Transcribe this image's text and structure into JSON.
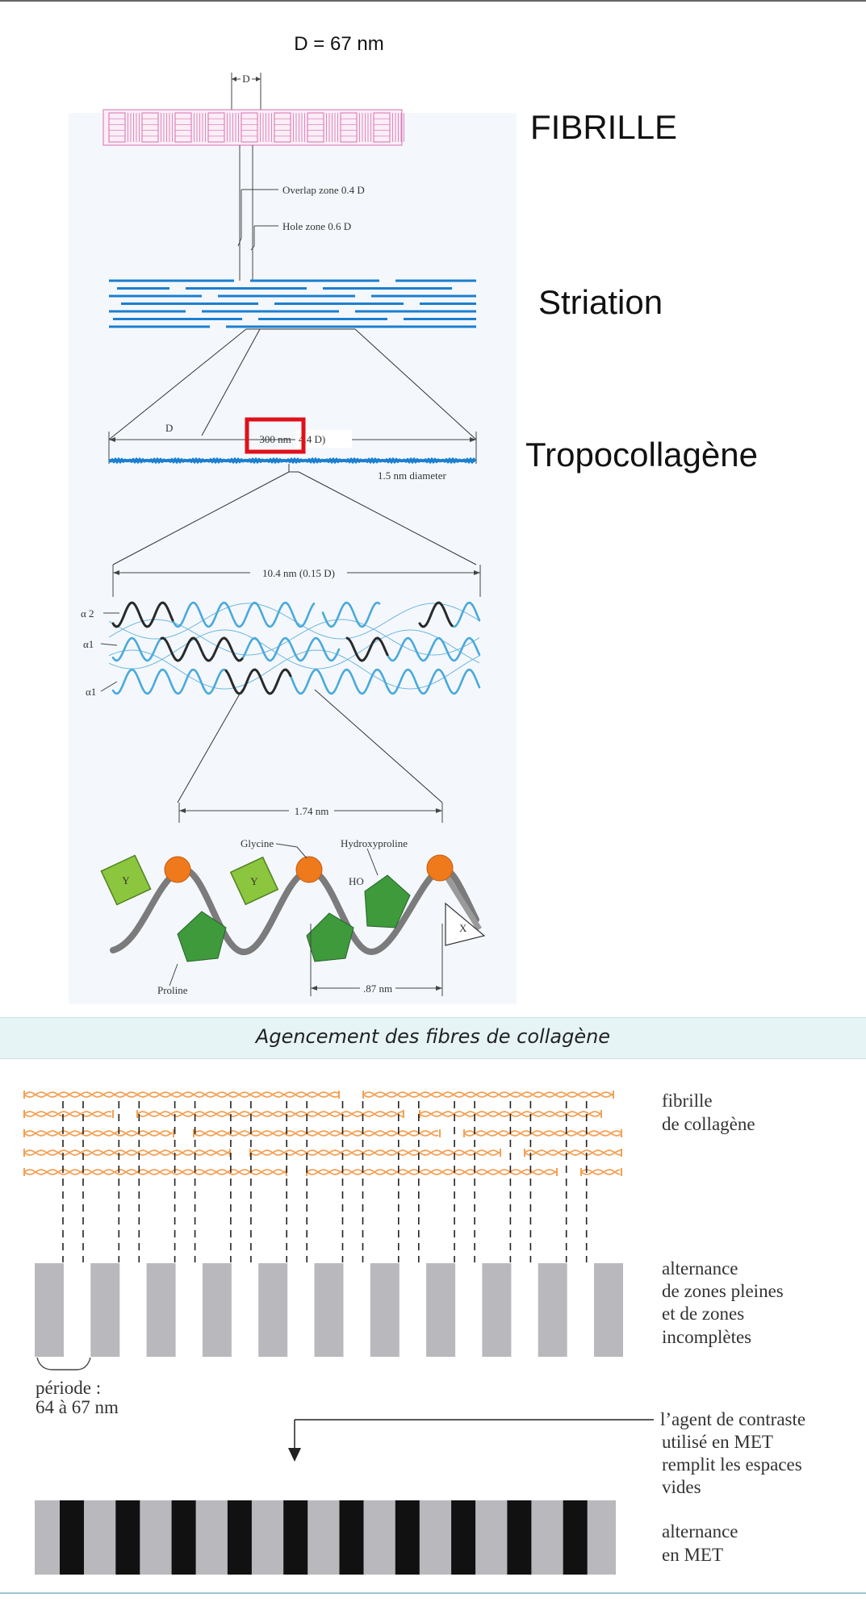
{
  "top": {
    "d_title": "D = 67 nm",
    "d_marker": "D",
    "overlap": "Overlap zone 0.4 D",
    "hole": "Hole zone 0.6 D",
    "d_label": "D",
    "length_nm": "300 nm",
    "length_d": "4.4 D)",
    "diameter": "1.5 nm diameter",
    "helix_width": "10.4 nm (0.15 D)",
    "chain1": "α 2",
    "chain2": "α1",
    "chain3": "α1",
    "pitch": "1.74 nm",
    "glycine": "Glycine",
    "hydroxyproline": "Hydroxyproline",
    "ho": "HO",
    "y1": "Y",
    "y2": "Y",
    "x": "X",
    "proline": "Proline",
    "spacing": ".87 nm",
    "levels": [
      "FIBRILLE",
      "Striation",
      "Tropocollagène"
    ]
  },
  "caption": "Agencement des fibres de collagène",
  "bottom": {
    "fibrille": [
      "fibrille",
      "de collagène"
    ],
    "alternance": [
      "alternance",
      "de zones pleines",
      "et de zones",
      "incomplètes"
    ],
    "periode": [
      "période :",
      "64 à 67 nm"
    ],
    "agent": [
      "l’agent de contraste",
      "utilisé en MET",
      "remplit les espaces",
      "vides"
    ],
    "met": [
      "alternance",
      "en MET"
    ]
  },
  "colors": {
    "fibrille_pink": "#d86fb0",
    "striation_blue": "#1b7fd0",
    "helix_light": "#4aa9dc",
    "helix_dark": "#2a2a2a",
    "glycine_orange": "#ee7a1c",
    "green_light": "#8cc63f",
    "green_dark": "#3e9a3a",
    "highlight_red": "#e0101a",
    "fiber_orange": "#f4a055",
    "gray_band": "#b9b9bd",
    "black_band": "#111111",
    "caption_bg": "#e6f4f6"
  }
}
